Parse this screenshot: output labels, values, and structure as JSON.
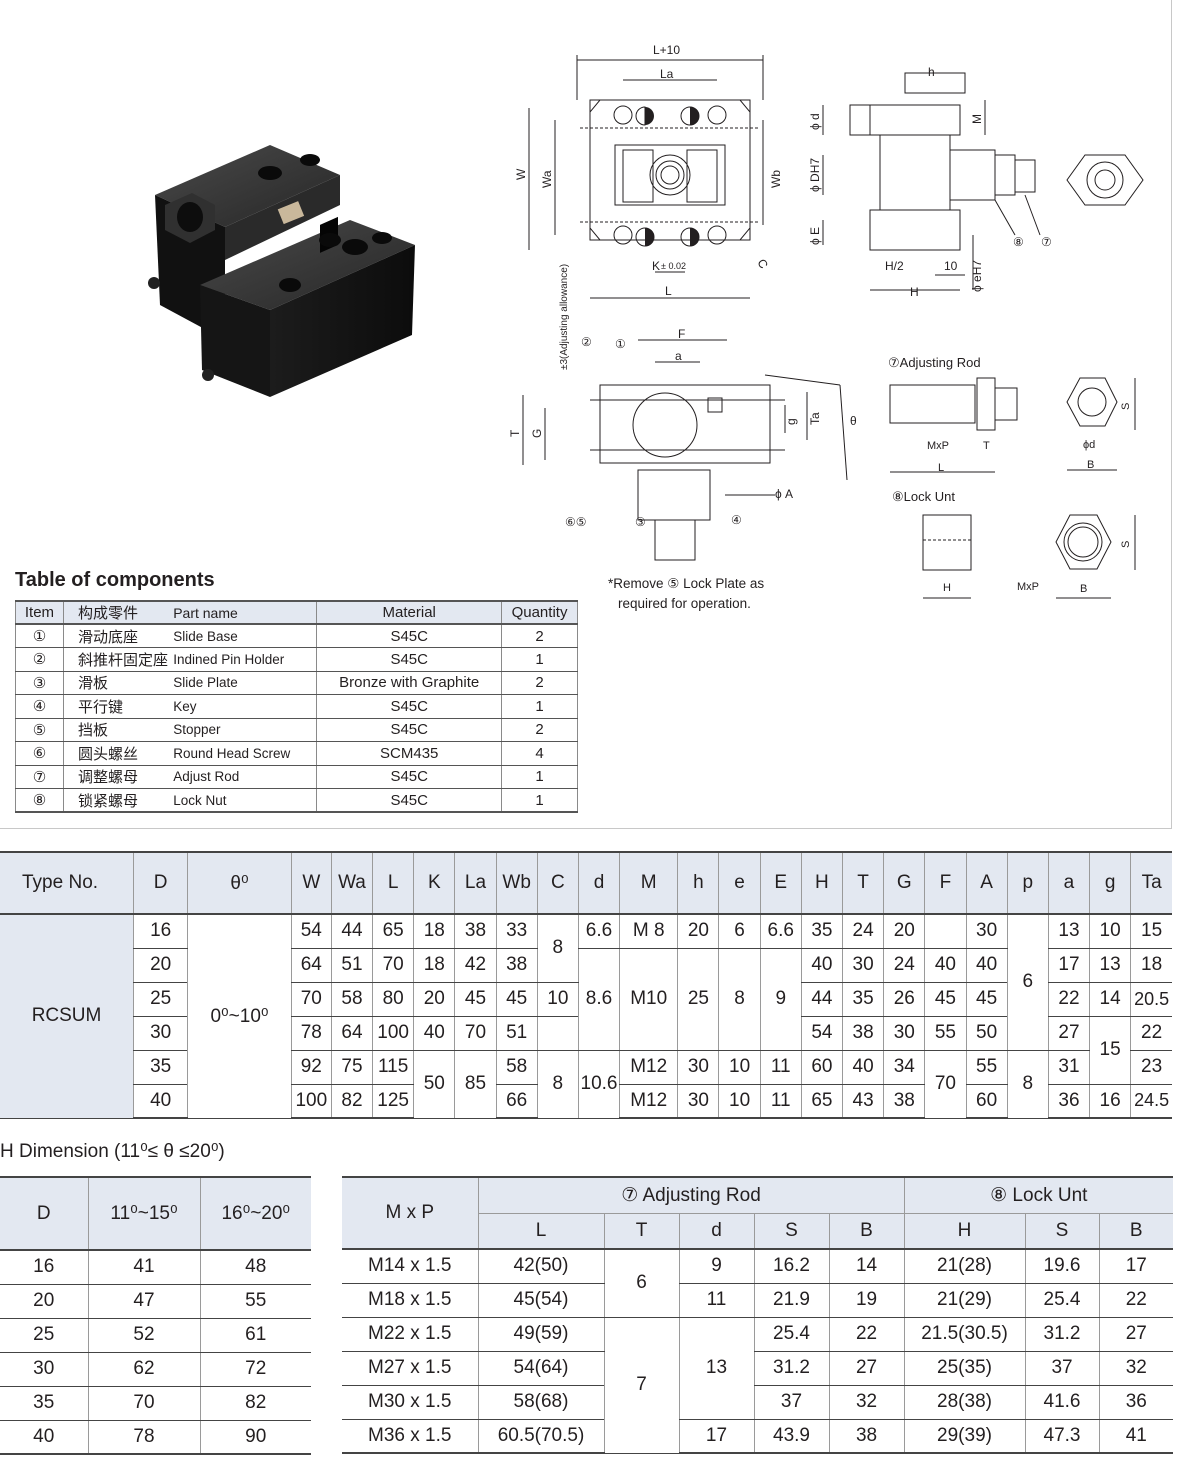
{
  "drawing_labels": {
    "top": {
      "L10": "L+10",
      "La": "La",
      "W": "W",
      "Wa": "Wa",
      "Wb": "Wb",
      "C": "C",
      "K": "K",
      "K_tol": "± 0.02",
      "L": "L"
    },
    "side": {
      "h": "h",
      "phid": "ϕ d",
      "M": "M",
      "phiDH7": "ϕ DH7",
      "phiE": "ϕ E",
      "H2": "H/2",
      "ten": "10",
      "H": "H",
      "phieH7": "ϕ eH7",
      "n8": "⑧",
      "n7": "⑦"
    },
    "front": {
      "adj": "±3(Adjusting allowance)",
      "F": "F",
      "a": "a",
      "T": "T",
      "G": "G",
      "g": "g",
      "Ta": "Ta",
      "theta": "θ",
      "phiA": "ϕ A",
      "n1": "①",
      "n2": "②",
      "n3": "③",
      "n4": "④",
      "n65": "⑥⑤"
    },
    "rod": {
      "title": "⑦Adjusting Rod",
      "MxP": "MxP",
      "T": "T",
      "L": "L",
      "S": "S",
      "phid": "ϕd",
      "B": "B"
    },
    "nut": {
      "title": "⑧Lock Unt",
      "H": "H",
      "MxP": "MxP",
      "B": "B",
      "S": "S"
    }
  },
  "components": {
    "title": "Table of components",
    "note_line1": "*Remove ⑤ Lock Plate as",
    "note_line2": "required for operation.",
    "headers": {
      "item": "Item",
      "cn": "构成零件",
      "en": "Part name",
      "material": "Material",
      "quantity": "Quantity"
    },
    "rows": [
      {
        "item": "①",
        "cn": "滑动底座",
        "en": "Slide Base",
        "material": "S45C",
        "qty": "2"
      },
      {
        "item": "②",
        "cn": "斜推杆固定座",
        "en": "Indined Pin Holder",
        "material": "S45C",
        "qty": "1"
      },
      {
        "item": "③",
        "cn": "滑板",
        "en": "Slide Plate",
        "material": "Bronze with Graphite",
        "qty": "2"
      },
      {
        "item": "④",
        "cn": "平行键",
        "en": "Key",
        "material": "S45C",
        "qty": "1"
      },
      {
        "item": "⑤",
        "cn": "挡板",
        "en": "Stopper",
        "material": "S45C",
        "qty": "2"
      },
      {
        "item": "⑥",
        "cn": "圆头螺丝",
        "en": "Round Head Screw",
        "material": "SCM435",
        "qty": "4"
      },
      {
        "item": "⑦",
        "cn": "调整螺母",
        "en": "Adjust Rod",
        "material": "S45C",
        "qty": "1"
      },
      {
        "item": "⑧",
        "cn": "锁紧螺母",
        "en": "Lock Nut",
        "material": "S45C",
        "qty": "1"
      }
    ]
  },
  "main": {
    "headers": [
      "Type No.",
      "D",
      "θ⁰",
      "W",
      "Wa",
      "L",
      "K",
      "La",
      "Wb",
      "C",
      "d",
      "M",
      "h",
      "e",
      "E",
      "H",
      "T",
      "G",
      "F",
      "A",
      "p",
      "a",
      "g",
      "Ta"
    ],
    "type": "RCSUM",
    "theta": "0⁰~10⁰",
    "D": [
      "16",
      "20",
      "25",
      "30",
      "35",
      "40"
    ],
    "W": [
      "54",
      "64",
      "70",
      "78",
      "92",
      "100"
    ],
    "Wa": [
      "44",
      "51",
      "58",
      "64",
      "75",
      "82"
    ],
    "L": [
      "65",
      "70",
      "80",
      "100",
      "115",
      "125"
    ],
    "K": [
      "18",
      "18",
      "20",
      "40",
      "50"
    ],
    "La": [
      "38",
      "42",
      "45",
      "70",
      "85"
    ],
    "Wb": [
      "33",
      "38",
      "45",
      "51",
      "58",
      "66"
    ],
    "C": [
      "8",
      "10",
      "8"
    ],
    "d": [
      "6.6",
      "8.6",
      "10.6"
    ],
    "M": [
      "M 8",
      "M10",
      "M12",
      "M12"
    ],
    "h": [
      "20",
      "25",
      "30",
      "30"
    ],
    "e": [
      "6",
      "8",
      "10",
      "10"
    ],
    "E": [
      "6.6",
      "9",
      "11",
      "11"
    ],
    "H": [
      "35",
      "40",
      "44",
      "54",
      "60",
      "65"
    ],
    "T": [
      "24",
      "30",
      "35",
      "38",
      "40",
      "43"
    ],
    "G": [
      "20",
      "24",
      "26",
      "30",
      "34",
      "38"
    ],
    "F": [
      "40",
      "45",
      "55",
      "70"
    ],
    "A": [
      "30",
      "40",
      "45",
      "50",
      "55",
      "60"
    ],
    "p": [
      "6",
      "8"
    ],
    "a": [
      "13",
      "17",
      "22",
      "27",
      "31",
      "36"
    ],
    "g": [
      "10",
      "13",
      "14",
      "15",
      "16"
    ],
    "Ta": [
      "15",
      "18",
      "20.5",
      "22",
      "23",
      "24.5"
    ]
  },
  "hdim": {
    "title": "H Dimension (11⁰≤ θ ≤20⁰)",
    "headers": [
      "D",
      "11⁰~15⁰",
      "16⁰~20⁰"
    ],
    "rows": [
      [
        "16",
        "41",
        "48"
      ],
      [
        "20",
        "47",
        "55"
      ],
      [
        "25",
        "52",
        "61"
      ],
      [
        "30",
        "62",
        "72"
      ],
      [
        "35",
        "70",
        "82"
      ],
      [
        "40",
        "78",
        "90"
      ]
    ]
  },
  "rodnut": {
    "mxp_header": "M x P",
    "rod_header": "⑦ Adjusting Rod",
    "nut_header": "⑧ Lock Unt",
    "sub": [
      "L",
      "T",
      "d",
      "S",
      "B",
      "H",
      "S",
      "B"
    ],
    "MxP": [
      "M14 x 1.5",
      "M18 x 1.5",
      "M22 x 1.5",
      "M27 x 1.5",
      "M30 x 1.5",
      "M36 x 1.5"
    ],
    "rodL": [
      "42(50)",
      "45(54)",
      "49(59)",
      "54(64)",
      "58(68)",
      "60.5(70.5)"
    ],
    "rodT": [
      "6",
      "7"
    ],
    "rodd": [
      "9",
      "11",
      "13",
      "17"
    ],
    "rodS": [
      "16.2",
      "21.9",
      "25.4",
      "31.2",
      "37",
      "43.9"
    ],
    "rodB": [
      "14",
      "19",
      "22",
      "27",
      "32",
      "38"
    ],
    "nutH": [
      "21(28)",
      "21(29)",
      "21.5(30.5)",
      "25(35)",
      "28(38)",
      "29(39)"
    ],
    "nutS": [
      "19.6",
      "25.4",
      "31.2",
      "37",
      "41.6",
      "47.3"
    ],
    "nutB": [
      "17",
      "22",
      "27",
      "32",
      "36",
      "41"
    ]
  }
}
